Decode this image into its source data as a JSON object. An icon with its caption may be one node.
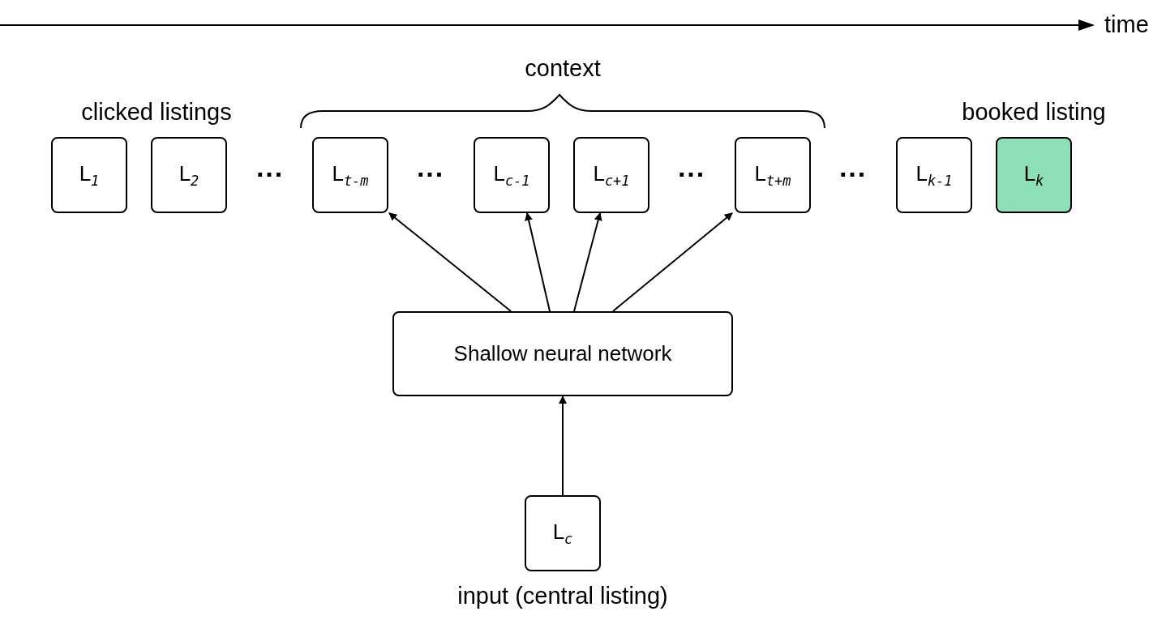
{
  "diagram": {
    "nodes": [
      {
        "text": [
          "L$_{1}$"
        ]
      },
      {
        "text": [
          "L$_{2}$"
        ]
      },
      {
        "text": [
          "L$_{t-m}$"
        ]
      },
      {
        "text": [
          "L$_{c-1}$"
        ]
      },
      {
        "text": [
          "L$_{c+1}$"
        ]
      },
      {
        "text": [
          "L$_{t+m}$"
        ]
      },
      {
        "text": [
          "L$_{k-1}$"
        ]
      },
      {
        "text": [
          "L$_{k}$"
        ]
      },
      {
        "text": [
          "Shallow neural network"
        ]
      },
      {
        "text": [
          "L$_{c}$"
        ],
        "beside": [
          "input (central listing)"
        ]
      }
    ],
    "edges": [
      {
        "from": 8,
        "to": 2,
        "arrow": "to"
      },
      {
        "from": 8,
        "to": 3,
        "arrow": "to"
      },
      {
        "from": 8,
        "to": 4,
        "arrow": "to"
      },
      {
        "from": 8,
        "to": 5,
        "arrow": "to"
      },
      {
        "from": 9,
        "to": 8,
        "arrow": "to"
      }
    ],
    "labels": [
      "time",
      "context",
      "clicked listings",
      "booked listing",
      "···",
      "···",
      "···",
      "···"
    ]
  }
}
